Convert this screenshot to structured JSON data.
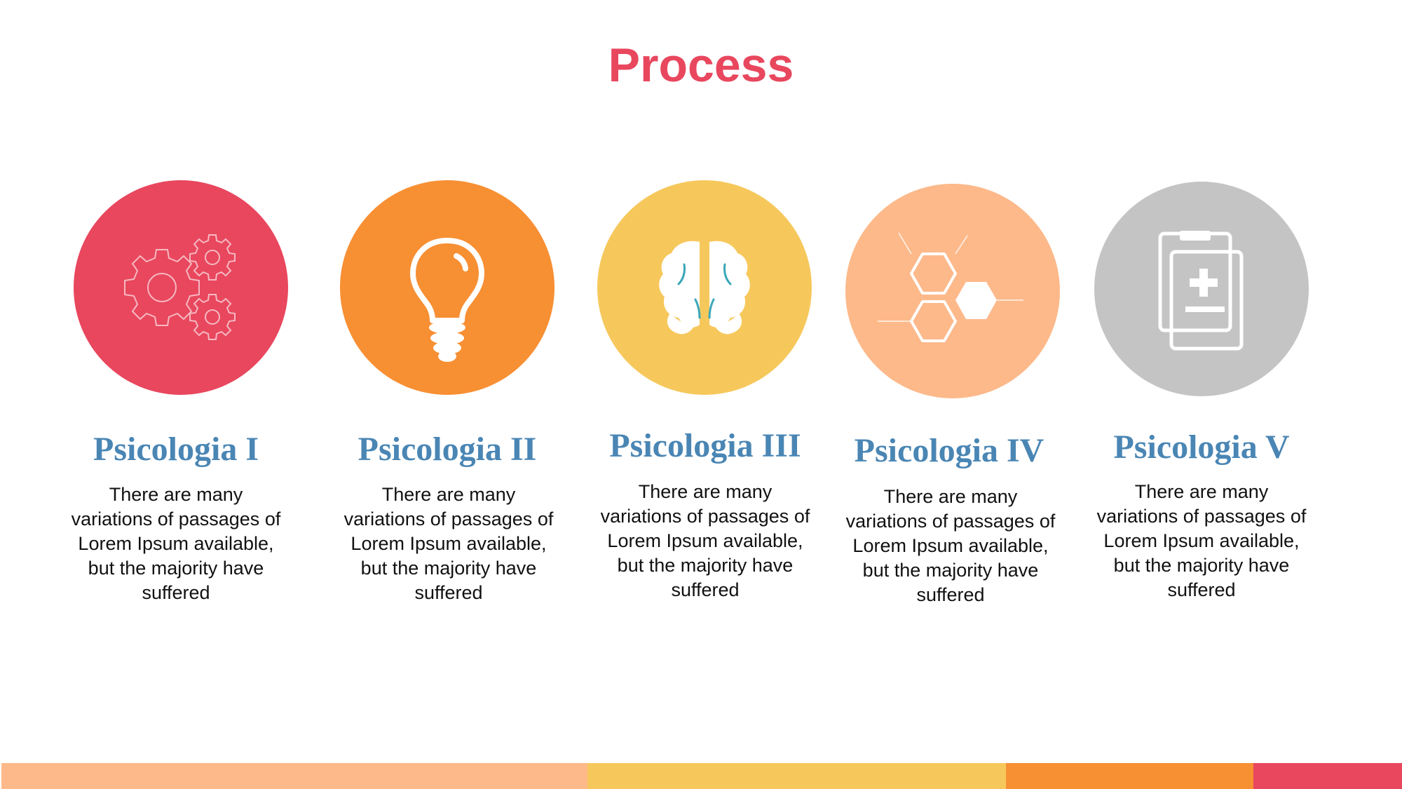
{
  "slide": {
    "title": "Process",
    "title_color": "#E8475E",
    "heading_color": "#4A86B4"
  },
  "steps": [
    {
      "heading": "Psicologia I",
      "description": "There are many variations of passages of Lorem Ipsum available, but the majority have suffered",
      "circle_color": "#E8475E",
      "icon": "gears-icon"
    },
    {
      "heading": "Psicologia II",
      "description": "There are many variations of passages of Lorem Ipsum available, but the majority have suffered",
      "circle_color": "#F78F33",
      "icon": "lightbulb-icon"
    },
    {
      "heading": "Psicologia III",
      "description": "There are many variations of passages of Lorem Ipsum available, but the majority have suffered",
      "circle_color": "#F6C85C",
      "icon": "brain-icon"
    },
    {
      "heading": "Psicologia IV",
      "description": "There are many variations of passages of Lorem Ipsum available, but the majority have suffered",
      "circle_color": "#FDB98A",
      "icon": "hexagons-icon"
    },
    {
      "heading": "Psicologia V",
      "description": "There are many variations of passages of Lorem Ipsum available, but the majority have suffered",
      "circle_color": "#C4C4C4",
      "icon": "medical-clipboard-icon"
    }
  ],
  "footer_bar": {
    "colors": [
      "#FDB98A",
      "#F6C85C",
      "#F78F33",
      "#E8475E"
    ]
  }
}
